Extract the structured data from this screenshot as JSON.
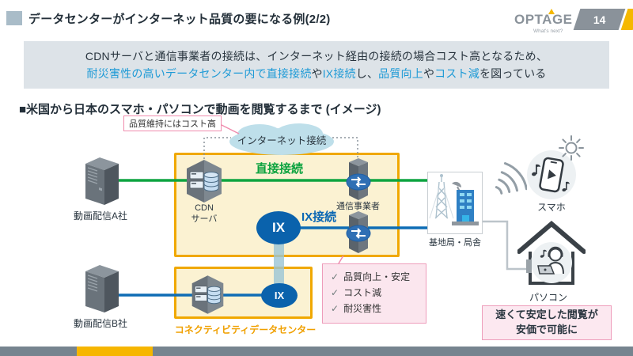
{
  "header": {
    "title": "データセンターがインターネット品質の要になる例(2/2)",
    "logo_text": "OPTAGE",
    "logo_tagline": "What's next?",
    "page_number": "14"
  },
  "summary": {
    "line1": "CDNサーバと通信事業者の接続は、インターネット経由の接続の場合コスト高となるため、",
    "line2_segments": [
      {
        "text": "耐災害性の高いデータセンター内で直接接続",
        "emphasis": "blue"
      },
      {
        "text": "や",
        "emphasis": "dark"
      },
      {
        "text": "IX接続",
        "emphasis": "blue"
      },
      {
        "text": "し、",
        "emphasis": "dark"
      },
      {
        "text": "品質向上",
        "emphasis": "blue"
      },
      {
        "text": "や",
        "emphasis": "dark"
      },
      {
        "text": "コスト減",
        "emphasis": "blue"
      },
      {
        "text": "を図っている",
        "emphasis": "dark"
      }
    ]
  },
  "section_heading": "■米国から日本のスマホ・パソコンで動画を閲覧するまで (イメージ)",
  "diagram": {
    "cost_callout": "品質維持にはコスト高",
    "cloud_label": "インターネット接続",
    "server_a_label": "動画配信A社",
    "server_b_label": "動画配信B社",
    "cdn_label_line1": "CDN",
    "cdn_label_line2": "サーバ",
    "direct_connect_label": "直接接続",
    "carrier_label": "通信事業者",
    "ix_connect_label": "IX接続",
    "ix_large_label": "IX",
    "ix_small_label": "IX",
    "datacenter_label": "コネクティビティデータセンター",
    "benefits": {
      "check_glyph": "✓",
      "items": [
        "品質向上・安定",
        "コスト減",
        "耐災害性"
      ]
    },
    "base_station_label": "基地局・局舎",
    "smartphone_label": "スマホ",
    "pc_label": "パソコン",
    "result_line1": "速くて安定した閲覧が",
    "result_line2": "安価で可能に"
  },
  "colors": {
    "accent_yellow": "#F0A800",
    "footer_gray": "#76848F",
    "highlight_blue": "#1D9AD6",
    "green_line": "#0EA440",
    "deep_blue": "#0D67B0",
    "pink": "#EE9DBB"
  }
}
